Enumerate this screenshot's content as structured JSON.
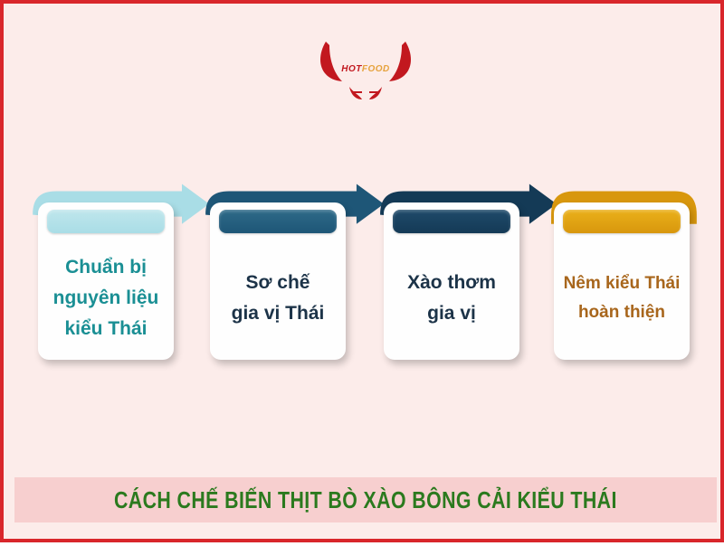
{
  "logo": {
    "text_hot": "HOT",
    "text_food": "FOOD"
  },
  "steps": [
    {
      "label": "Chuẩn bị\nnguyên liệu\nkiểu Thái",
      "color": "#a9dde6"
    },
    {
      "label": "Sơ chế\ngia vị Thái",
      "color": "#1e5677"
    },
    {
      "label": "Xào thơm\ngia vị",
      "color": "#143a56"
    },
    {
      "label": "Nêm kiểu Thái\nhoàn thiện",
      "color": "#d8970d"
    }
  ],
  "banner": {
    "title": "CÁCH CHẾ BIẾN THỊT BÒ XÀO BÔNG CẢI KIỂU THÁI"
  },
  "colors": {
    "background": "#fcecea",
    "border": "#d9262b",
    "banner_bg": "#f7cfcf",
    "banner_text": "#2b7a1e"
  }
}
